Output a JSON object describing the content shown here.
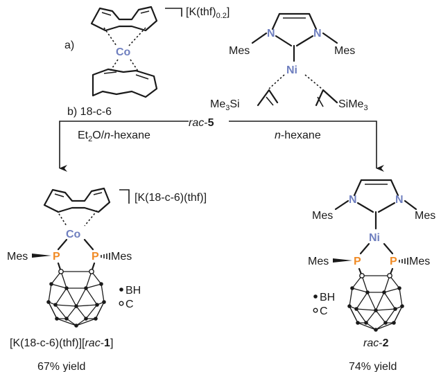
{
  "start_material": {
    "step_a_prefix": "a)",
    "counterion": "[K(thf)",
    "counterion_sub": "0.2",
    "counterion_close": "]",
    "metal": "Co"
  },
  "nickel_reagent": {
    "mes_left": "Mes",
    "mes_right": "Mes",
    "n1": "N",
    "n2": "N",
    "metal": "Ni",
    "silyl_left_a": "Me",
    "silyl_left_sub": "3",
    "silyl_left_b": "Si",
    "silyl_right_a": "SiMe",
    "silyl_right_sub": "3"
  },
  "reaction": {
    "center_prefix": "rac",
    "center_bold": "5",
    "left_condition_top": "b) 18-c-6",
    "left_condition_bottom_a": "Et",
    "left_condition_bottom_sub": "2",
    "left_condition_bottom_b": "O/",
    "left_condition_bottom_italic": "n",
    "left_condition_bottom_c": "-hexane",
    "right_condition_italic": "n",
    "right_condition": "-hexane"
  },
  "product1": {
    "counterion": "[K(18-c-6)(thf)]",
    "metal": "Co",
    "p1": "P",
    "p2": "P",
    "mes_left": "Mes",
    "mes_right": "Mes",
    "legend_bh": "BH",
    "legend_c": "C",
    "name_a": "[K(18-c-6)(thf)][",
    "name_italic": "rac",
    "name_b": "-",
    "name_bold": "1",
    "name_c": "]",
    "yield": "67% yield"
  },
  "product2": {
    "mes_left": "Mes",
    "mes_right": "Mes",
    "n1": "N",
    "n2": "N",
    "metal": "Ni",
    "p1": "P",
    "p2": "P",
    "mes_p_left": "Mes",
    "mes_p_right": "Mes",
    "legend_bh": "BH",
    "legend_c": "C",
    "name_italic": "rac",
    "name_b": "-",
    "name_bold": "2",
    "yield": "74% yield"
  }
}
